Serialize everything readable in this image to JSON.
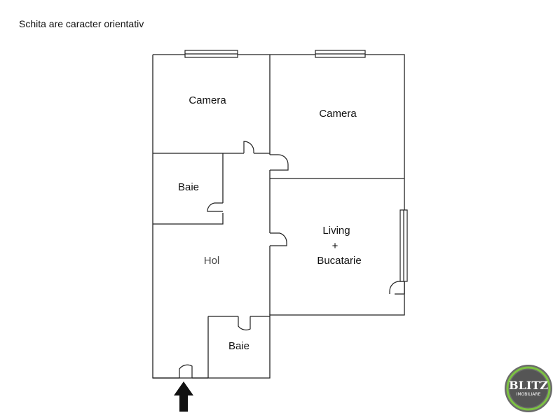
{
  "note": "Schita are caracter orientativ",
  "rooms": {
    "camera_left": "Camera",
    "camera_right": "Camera",
    "baie_top": "Baie",
    "hol": "Hol",
    "living": [
      "Living",
      "+",
      "Bucatarie"
    ],
    "baie_bottom": "Baie"
  },
  "logo": {
    "word": "BLITZ",
    "sub": "IMOBILIARE",
    "colors": {
      "ring_outer": "#6b6b6b",
      "ring_green": "#7cc242",
      "inner": "#555555"
    }
  }
}
